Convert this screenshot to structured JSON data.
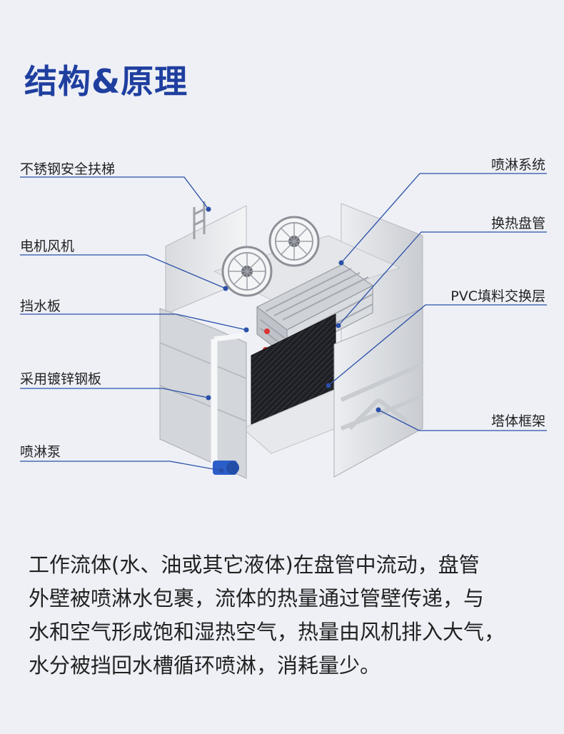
{
  "title": "结构&原理",
  "labels_left": [
    "不锈钢安全扶梯",
    "电机风机",
    "挡水板",
    "采用镀锌钢板",
    "喷淋泵"
  ],
  "labels_right": [
    "喷淋系统",
    "换热盘管",
    "PVC填料交换层",
    "塔体框架"
  ],
  "description": [
    "工作流体(水、油或其它液体)在盘管中流动，盘管",
    "外壁被喷淋水包裹，流体的热量通过管壁传递，与",
    "水和空气形成饱和湿热空气，热量由风机排入大气，",
    "水分被挡回水槽循环喷淋，消耗量少。"
  ],
  "colors": {
    "title": "#1f3f9f",
    "leader": "#2a4fa8",
    "background": "#eef0f6"
  }
}
